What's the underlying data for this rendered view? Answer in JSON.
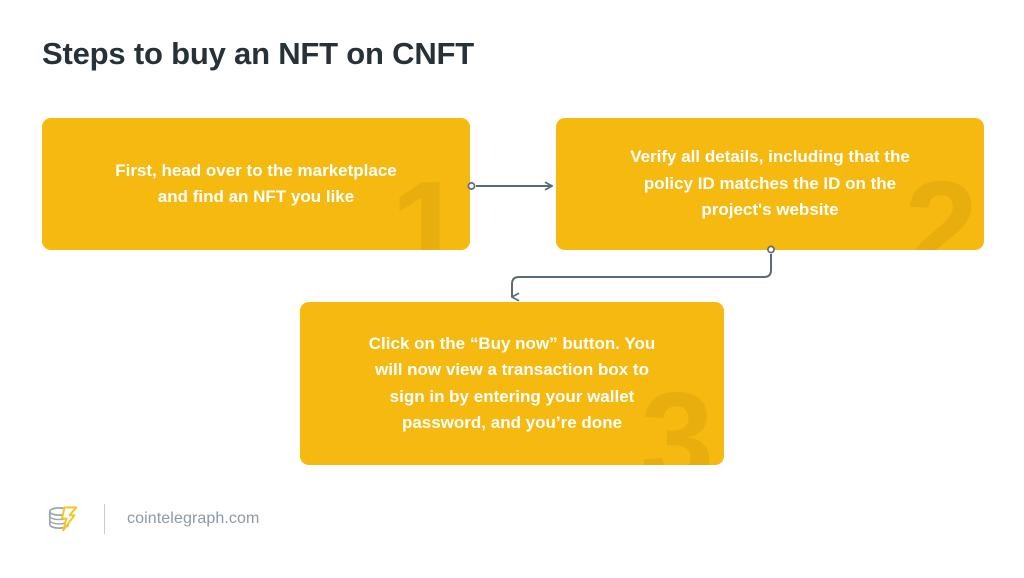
{
  "page": {
    "title": "Steps to buy an NFT on CNFT",
    "background": "#FFFFFF"
  },
  "colors": {
    "box_fill": "#F5B90F",
    "box_text": "#FFFFFF",
    "watermark": "#E3AB0E",
    "title_text": "#263238",
    "connector": "#5A6B78",
    "footer_text": "#8C99A3",
    "footer_divider": "#C3CCD3",
    "logo_accent": "#F5C518",
    "logo_coin": "#9AA7B0"
  },
  "steps": [
    {
      "number": "1",
      "text": "First, head over to the marketplace\nand find an NFT you like"
    },
    {
      "number": "2",
      "text": "Verify all details, including that the\npolicy ID matches the ID on the\nproject's website"
    },
    {
      "number": "3",
      "text": "Click on the “Buy now” button. You\nwill now view a transaction box to\nsign in by entering your wallet\npassword, and you’re done"
    }
  ],
  "connectors": [
    {
      "name": "step1-to-step2",
      "style": "straight-right-arrow"
    },
    {
      "name": "step2-to-step3",
      "style": "elbow-down-left-arrow"
    }
  ],
  "footer": {
    "brand": "cointelegraph.com",
    "logo_name": "cointelegraph-logo"
  }
}
